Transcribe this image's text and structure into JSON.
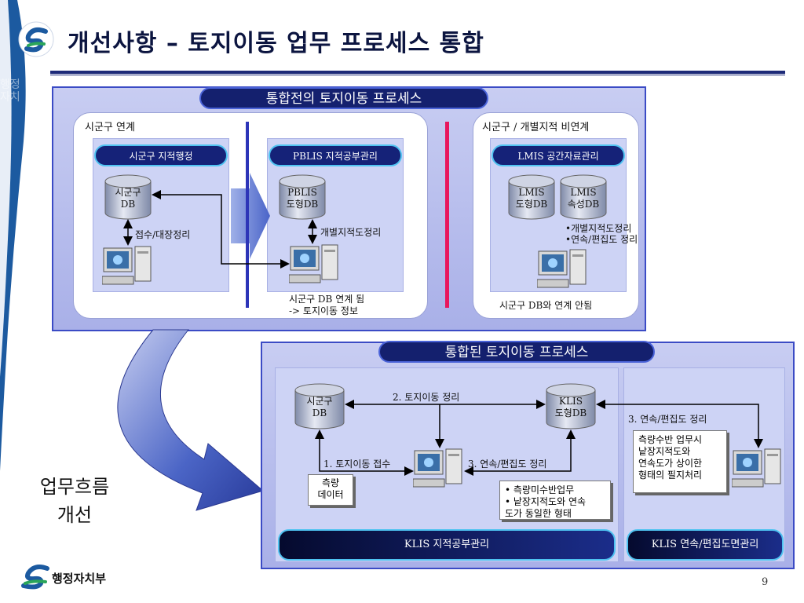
{
  "header": {
    "title": "개선사항 – 토지이동 업무 프로세스 통합"
  },
  "left": {
    "side_text_1": "업무흐름",
    "side_text_2": "개선"
  },
  "top_panel": {
    "title": "통합전의 토지이동 프로세스",
    "left_box": {
      "label": "시군구 연계",
      "pill1": "시군구 지적행정",
      "db": [
        "시군구",
        "DB"
      ],
      "arrow_label": "접수/대장정리",
      "pill2": "PBLIS 지적공부관리",
      "db2": [
        "PBLIS",
        "도형DB"
      ],
      "arrow_label2": "개별지적도정리",
      "caption": [
        "시군구 DB 연계 됨",
        "-> 토지이동 정보"
      ]
    },
    "right_box": {
      "label": "시군구 / 개별지적 비연계",
      "pill": "LMIS 공간자료관리",
      "db1": [
        "LMIS",
        "도형DB"
      ],
      "db2": [
        "LMIS",
        "속성DB"
      ],
      "bullets": [
        "•개별지적도정리",
        "•연속/편집도 정리"
      ],
      "caption": "시군구 DB와 연계 안됨"
    }
  },
  "bottom_panel": {
    "title": "통합된 토지이동 프로세스",
    "db1": [
      "시군구",
      "DB"
    ],
    "db2": [
      "KLIS",
      "도형DB"
    ],
    "step2": "2. 토지이동 정리",
    "step1": "1. 토지이동 접수",
    "step3a": "3. 연속/편집도 정리",
    "step3b": "3. 연속/편집도 정리",
    "survey": [
      "측량",
      "데이터"
    ],
    "note_left": [
      "• 측량미수반업무",
      "• 낱장지적도와 연속",
      "   도가 동일한 형태"
    ],
    "note_right": [
      "측량수반 업무시",
      "낱장지적도와",
      "연속도가 상이한",
      "형태의 필지처리"
    ],
    "pill_left": "KLIS 지적공부관리",
    "pill_right": "KLIS 연속/편집도면관리"
  },
  "footer": {
    "org": "행정자치부",
    "page": "9"
  },
  "colors": {
    "navy": "#14206e",
    "panel": "#b3b9ec",
    "accent_red": "#e8175d",
    "divider": "#2d35b8"
  }
}
